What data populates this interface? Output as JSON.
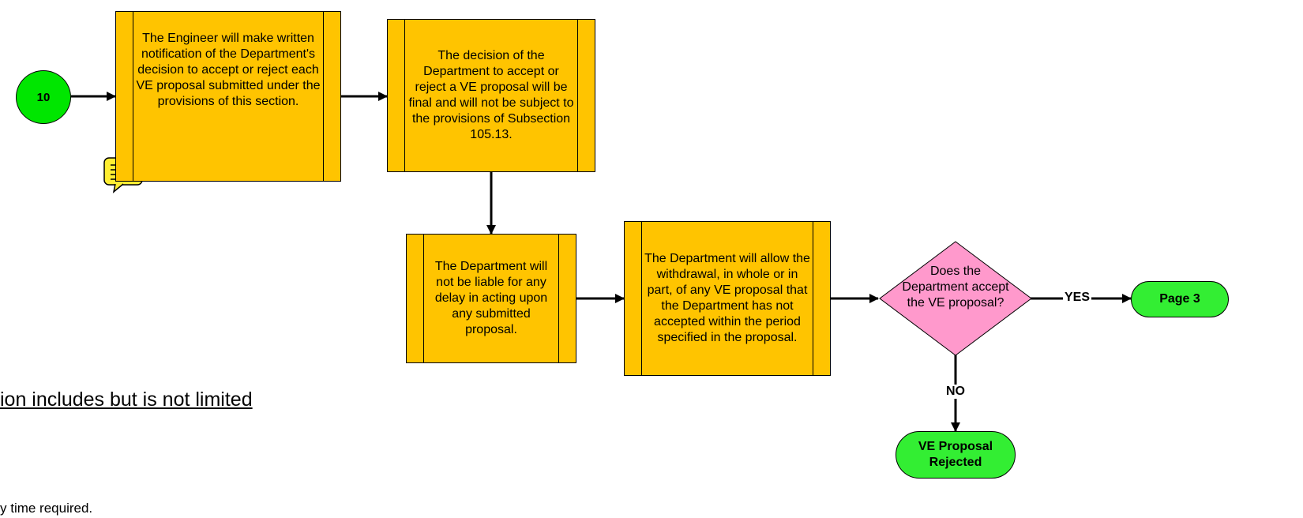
{
  "start_node": "10",
  "steps": [
    "The Engineer will make written notification of the Department's decision to accept or reject each VE proposal submitted under the provisions of this section.",
    "The decision of the Department to accept or reject a VE proposal will be final and will not be subject to the provisions of Subsection 105.13.",
    "The Department will not be liable for any delay in acting upon any submitted proposal.",
    "The Department will allow the withdrawal, in whole or in part, of any VE proposal that the Department has not accepted within the period specified in the proposal."
  ],
  "decision": "Does the Department accept the VE proposal?",
  "yes_label": "YES",
  "no_label": "NO",
  "yes_target": "Page 3",
  "no_target": "VE Proposal Rejected",
  "fragment_1": "ion includes but is not limited",
  "fragment_2": "y time required.",
  "colors": {
    "process": "#FFC400",
    "terminator": "#33EE33",
    "decision": "#FF99CC",
    "comment": "#FFEE33"
  }
}
